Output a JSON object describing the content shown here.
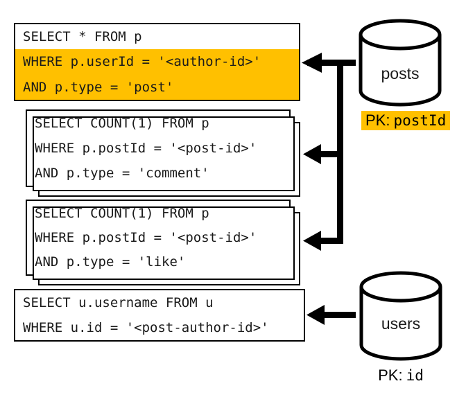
{
  "colors": {
    "highlight": "#FFC000",
    "stroke": "#000000",
    "text": "#1A1A1A",
    "box_bg": "#FFFFFF"
  },
  "queries": [
    {
      "id": "posts-by-author",
      "stacked": false,
      "lines": [
        {
          "text": "SELECT * FROM p",
          "highlight": false
        },
        {
          "text": "WHERE p.userId = '<author-id>'",
          "highlight": true
        },
        {
          "text": "AND p.type = 'post'",
          "highlight": true
        }
      ]
    },
    {
      "id": "comment-count",
      "stacked": true,
      "lines": [
        {
          "text": "SELECT COUNT(1) FROM p",
          "highlight": false
        },
        {
          "text": "WHERE p.postId = '<post-id>'",
          "highlight": false
        },
        {
          "text": "AND p.type = 'comment'",
          "highlight": false
        }
      ]
    },
    {
      "id": "like-count",
      "stacked": true,
      "lines": [
        {
          "text": "SELECT COUNT(1) FROM p",
          "highlight": false
        },
        {
          "text": "WHERE p.postId = '<post-id>'",
          "highlight": false
        },
        {
          "text": "AND p.type = 'like'",
          "highlight": false
        }
      ]
    },
    {
      "id": "username-lookup",
      "stacked": false,
      "lines": [
        {
          "text": "SELECT u.username FROM u",
          "highlight": false
        },
        {
          "text": "WHERE u.id = '<post-author-id>'",
          "highlight": false
        }
      ]
    }
  ],
  "databases": [
    {
      "name": "posts",
      "pk_prefix": "PK:",
      "pk_field": "postId",
      "pk_highlighted": true
    },
    {
      "name": "users",
      "pk_prefix": "PK:",
      "pk_field": "id",
      "pk_highlighted": false
    }
  ]
}
